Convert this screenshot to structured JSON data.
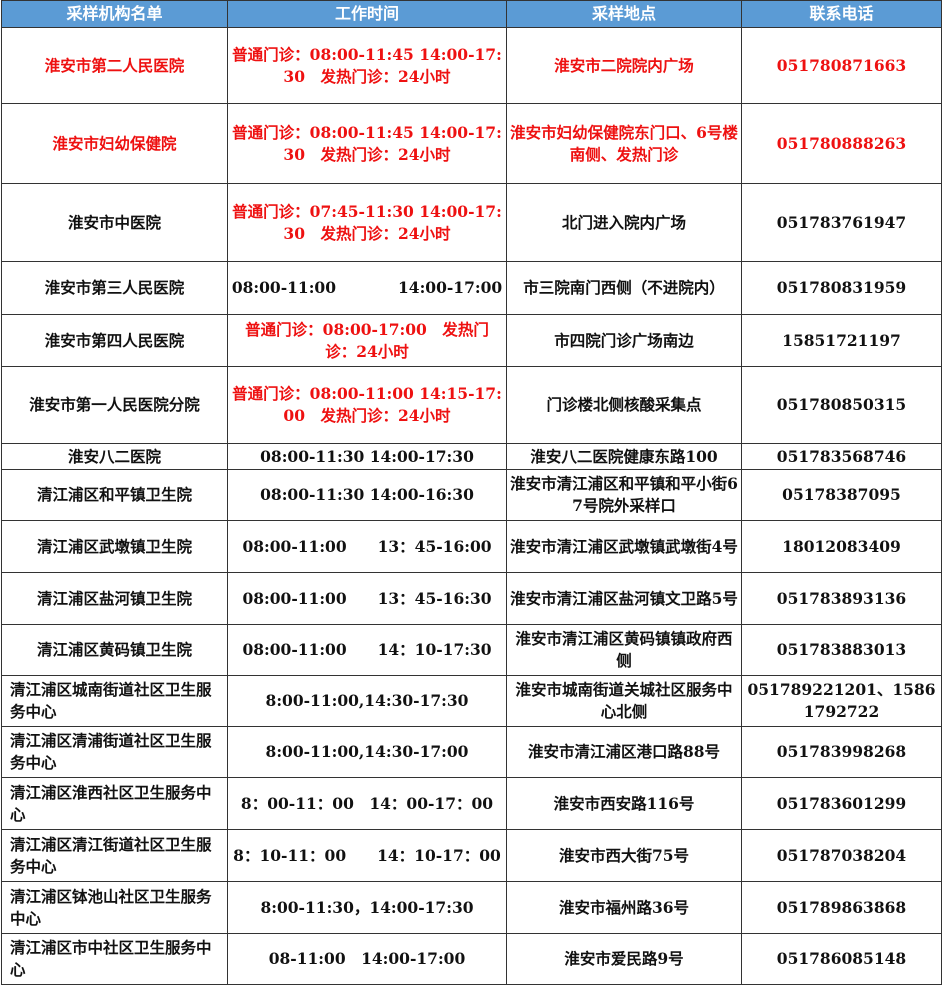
{
  "table": {
    "headers": [
      "采样机构名单",
      "工作时间",
      "采样地点",
      "联系电话"
    ],
    "rows": [
      {
        "name": "淮安市第二人民医院",
        "time": "普通门诊：08:00-11:45 14:00-17:30　发热门诊：24小时",
        "location": "淮安市二院院内广场",
        "phone": "051780871663"
      },
      {
        "name": "淮安市妇幼保健院",
        "time": "普通门诊：08:00-11:45 14:00-17:30　发热门诊：24小时",
        "location": "淮安市妇幼保健院东门口、6号楼南侧、发热门诊",
        "phone": "051780888263"
      },
      {
        "name": "淮安市中医院",
        "time": "普通门诊：07:45-11:30 14:00-17:30　发热门诊：24小时",
        "location": "北门进入院内广场",
        "phone": "051783761947"
      },
      {
        "name": "淮安市第三人民医院",
        "time": "08:00-11:00　　　　14:00-17:00",
        "location": "市三院南门西侧（不进院内）",
        "phone": "051780831959"
      },
      {
        "name": "淮安市第四人民医院",
        "time": "普通门诊：08:00-17:00　发热门诊：24小时",
        "location": "市四院门诊广场南边",
        "phone": "15851721197"
      },
      {
        "name": "淮安市第一人民医院分院",
        "time": "普通门诊：08:00-11:00 14:15-17:00　发热门诊：24小时",
        "location": "门诊楼北侧核酸采集点",
        "phone": "051780850315"
      },
      {
        "name": "淮安八二医院",
        "time": "08:00-11:30 14:00-17:30",
        "location": "淮安八二医院健康东路100",
        "phone": "051783568746"
      },
      {
        "name": "清江浦区和平镇卫生院",
        "time": "08:00-11:30 14:00-16:30",
        "location": "淮安市清江浦区和平镇和平小街67号院外采样口",
        "phone": "05178387095"
      },
      {
        "name": "清江浦区武墩镇卫生院",
        "time": "08:00-11:00　　13：45-16:00",
        "location": "淮安市清江浦区武墩镇武墩街4号",
        "phone": "18012083409"
      },
      {
        "name": "清江浦区盐河镇卫生院",
        "time": "08:00-11:00　　13：45-16:30",
        "location": "淮安市清江浦区盐河镇文卫路5号",
        "phone": "051783893136"
      },
      {
        "name": "清江浦区黄码镇卫生院",
        "time": "08:00-11:00　　14：10-17:30",
        "location": "淮安市清江浦区黄码镇镇政府西侧",
        "phone": "051783883013"
      },
      {
        "name": "清江浦区城南街道社区卫生服务中心",
        "time": "8:00-11:00,14:30-17:30",
        "location": "淮安市城南街道关城社区服务中心北侧",
        "phone": "051789221201、15861792722"
      },
      {
        "name": "清江浦区清浦街道社区卫生服务中心",
        "time": "8:00-11:00,14:30-17:00",
        "location": "淮安市清江浦区港口路88号",
        "phone": "051783998268"
      },
      {
        "name": "清江浦区淮西社区卫生服务中心",
        "time": "8：00-11：00　14：00-17：00",
        "location": "淮安市西安路116号",
        "phone": "051783601299"
      },
      {
        "name": "清江浦区清江街道社区卫生服务中心",
        "time": "8：10-11：00　　14：10-17：00",
        "location": "淮安市西大街75号",
        "phone": "051787038204"
      },
      {
        "name": "清江浦区钵池山社区卫生服务中心",
        "time": "8:00-11:30，14:00-17:30",
        "location": "淮安市福州路36号",
        "phone": "051789863868"
      },
      {
        "name": "清江浦区市中社区卫生服务中心",
        "time": "08-11:00　14:00-17:00",
        "location": "淮安市爱民路9号",
        "phone": "051786085148"
      }
    ]
  }
}
